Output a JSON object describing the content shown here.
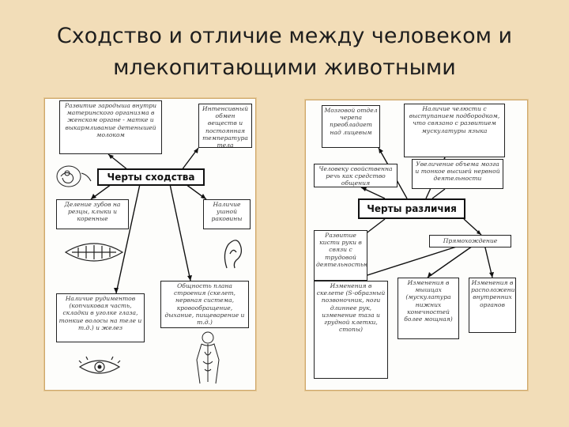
{
  "title": {
    "line1": "Сходство и отличие между человеком и",
    "line2": "млекопитающими животными"
  },
  "left_panel": {
    "central": "Черты сходства",
    "boxes": {
      "embryo": "Развитие зародыша внутри материнского организма в женском органе - матке и выкармливание детенышей молоком",
      "metabolism": "Интенсивный обмен веществ и постоянная температура тела",
      "teeth": "Деление зубов на резцы, клыки и коренные",
      "ear": "Наличие ушной раковины",
      "rudiments": "Наличие рудиментов (копчиковая часть, складки в уголке глаза, тонкие волосы на теле и т.д.) и желез",
      "structure": "Общность плана строения (скелет, нервная система, кровообращение, дыхание, пищеварение и т.д.)"
    }
  },
  "right_panel": {
    "central": "Черты различия",
    "boxes": {
      "brain": "Мозговой отдел черепа преобладает над лицевым",
      "chin": "Наличие челюсти с выступанием подбородком, что связано с развитием мускулатуры языка",
      "speech": "Человеку свойственна речь как средство общения",
      "brain_volume": "Увеличение объема мозга и тонкое высшей нервной деятельности",
      "hand": "Развитие кисти руки в связи с трудовой деятельностью",
      "upright": "Прямохождение",
      "skeleton": "Изменения в скелете (S-образный позвоночник, ноги длиннее рук, изменение таза и грудной клетки, стопы)",
      "muscles": "Изменения в мышцах (мускулатура нижних конечностей более мощная)",
      "organs": "Изменения в расположении внутренних органов"
    }
  },
  "colors": {
    "background": "#f2ddb8",
    "panel_border": "#cfa86c",
    "line": "#111111"
  }
}
